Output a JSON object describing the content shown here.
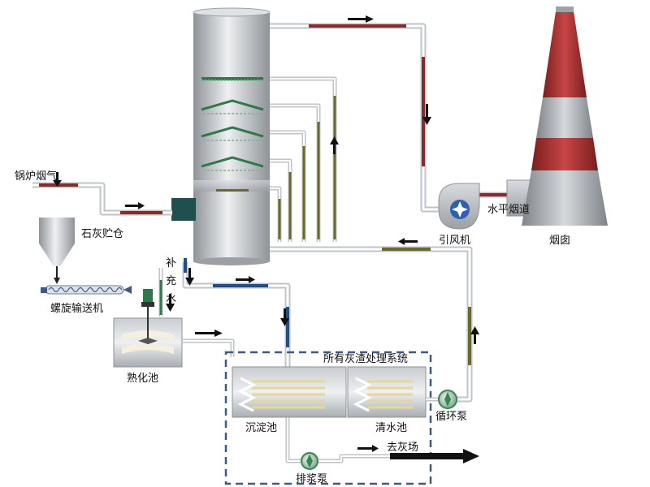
{
  "labels": {
    "boiler_flue_gas": "锅炉烟气",
    "lime_silo": "石灰贮仓",
    "screw_conveyor": "螺旋输送机",
    "makeup_water_1": "补",
    "makeup_water_2": "充",
    "makeup_water_3": "水",
    "slaking_tank": "熟化池",
    "ash_system": "所有灰渣处理系统",
    "settling_tank": "沉淀池",
    "clear_water_tank": "清水池",
    "circulation_pump": "循环泵",
    "slurry_pump": "排浆泵",
    "to_ash_yard": "去灰场",
    "induced_draft_fan": "引风机",
    "horizontal_flue": "水平烟道",
    "chimney": "烟囱"
  },
  "colors": {
    "flue_pipe": "#8b2a2a",
    "circulation_pipe": "#6b6a2a",
    "water_pipe": "#1f4f8a",
    "chimney_red": "#a83232",
    "chimney_grey": "#9ea3a8",
    "tower_grey": "#b7bcc1",
    "pump_green": "#2f8a4a",
    "fan_blue": "#2f5fb0",
    "dashed_box": "#3a5a8a"
  },
  "icons": [
    "flow-arrow-icon",
    "pump-icon",
    "fan-icon",
    "agitator-icon",
    "nozzle-icon"
  ]
}
